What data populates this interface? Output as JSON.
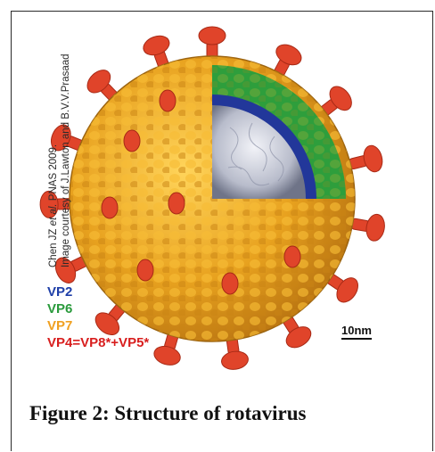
{
  "image": {
    "credit_line_1_prefix": "Chen JZ ",
    "credit_line_1_italic": "et al.",
    "credit_line_1_suffix": " PNAS 2009.",
    "credit_line_2": "Image courtesy of  J.Lawton and B.V.V.Prasaad",
    "legend": [
      {
        "label": "VP2",
        "color": "#1f3fa8"
      },
      {
        "label": "VP6",
        "color": "#2a9a3c"
      },
      {
        "label": "VP7",
        "color": "#f0a020"
      },
      {
        "label": "VP4=VP8*+VP5*",
        "color": "#d81e1e"
      }
    ],
    "scale_label": "10nm",
    "colors": {
      "vp7_shell": "#e8a21f",
      "vp6_layer": "#2e9e3c",
      "vp2_layer": "#22379a",
      "core": "#c9cbd6",
      "vp4_spike": "#e0442a"
    }
  },
  "caption": "Figure 2: Structure of rotavirus"
}
